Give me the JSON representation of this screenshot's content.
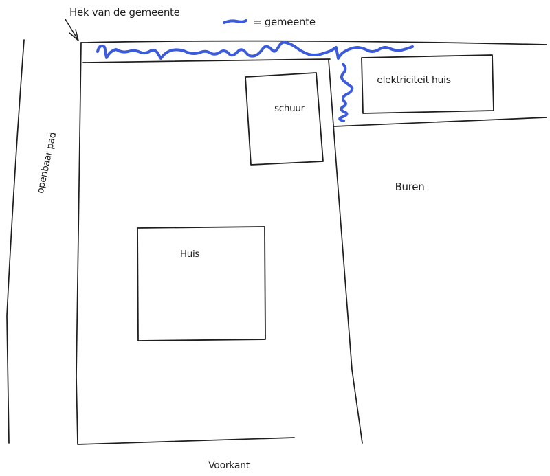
{
  "colors": {
    "background": "#ffffff",
    "ink": "#1e1e1e",
    "gemeente_blue": "#3b5bdb"
  },
  "diagram": {
    "annotations": {
      "fence_note": "Hek van de gemeente"
    },
    "legend": {
      "symbol": "blue-squiggle-line",
      "label": "= gemeente"
    },
    "buildings": {
      "electricity_house": "elektriciteit huis",
      "shed": "schuur",
      "house": "Huis"
    },
    "areas": {
      "public_path": "openbaar pad",
      "neighbors": "Buren",
      "front": "Voorkant"
    }
  }
}
